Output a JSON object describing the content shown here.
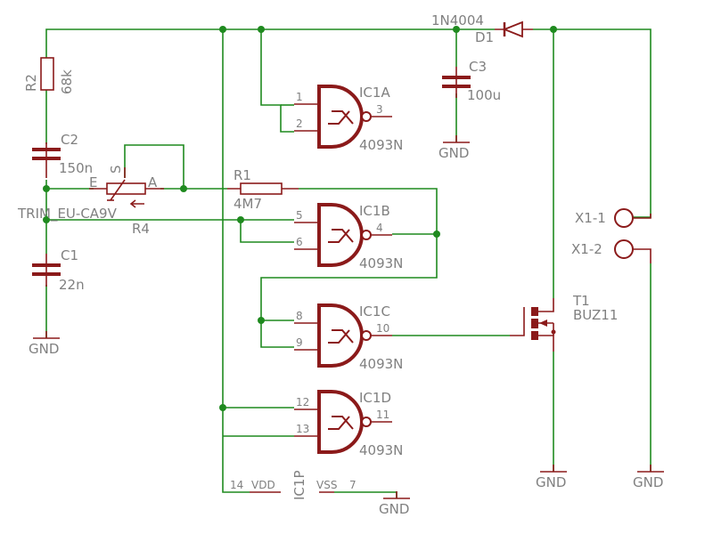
{
  "colors": {
    "wire": "#1f8a1f",
    "symbol": "#8b1a1a",
    "label": "#808080"
  },
  "components": {
    "r2": {
      "name": "R2",
      "value": "68k"
    },
    "c2": {
      "name": "C2",
      "value": "150n"
    },
    "c1": {
      "name": "C1",
      "value": "22n"
    },
    "r4": {
      "name": "R4",
      "value": "TRIM_EU-CA9V",
      "pin_e": "E",
      "pin_a": "A",
      "pin_s": "S"
    },
    "r1": {
      "name": "R1",
      "value": "4M7"
    },
    "c3": {
      "name": "C3",
      "value": "100u"
    },
    "d1": {
      "name": "D1",
      "value": "1N4004"
    },
    "t1": {
      "name": "T1",
      "value": "BUZ11"
    },
    "x1_1": "X1-1",
    "x1_2": "X1-2",
    "ic1a": {
      "name": "IC1A",
      "value": "4093N",
      "in1": "1",
      "in2": "2",
      "out": "3"
    },
    "ic1b": {
      "name": "IC1B",
      "value": "4093N",
      "in1": "5",
      "in2": "6",
      "out": "4"
    },
    "ic1c": {
      "name": "IC1C",
      "value": "4093N",
      "in1": "8",
      "in2": "9",
      "out": "10"
    },
    "ic1d": {
      "name": "IC1D",
      "value": "4093N",
      "in1": "12",
      "in2": "13",
      "out": "11"
    },
    "ic1p": {
      "name": "IC1P",
      "vdd_pin": "14",
      "vdd": "VDD",
      "vss": "VSS",
      "vss_pin": "7"
    }
  },
  "gnd": "GND"
}
